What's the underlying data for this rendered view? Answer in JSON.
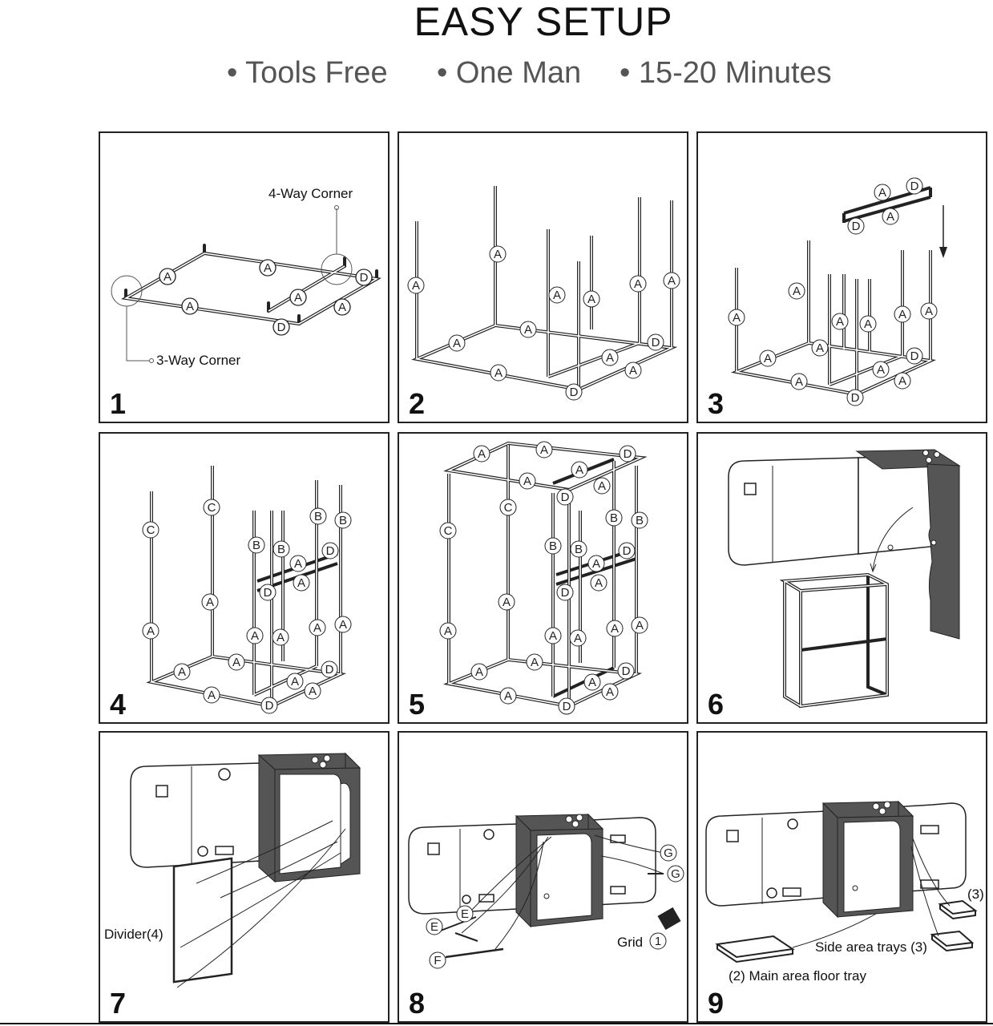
{
  "header": {
    "title": "EASY SETUP",
    "features": [
      "• Tools Free",
      "• One Man",
      "• 15-20 Minutes"
    ]
  },
  "steps": [
    {
      "number": "1",
      "labels": {
        "four_way": "4-Way Corner",
        "three_way": "3-Way Corner"
      }
    },
    {
      "number": "2"
    },
    {
      "number": "3"
    },
    {
      "number": "4"
    },
    {
      "number": "5"
    },
    {
      "number": "6"
    },
    {
      "number": "7",
      "labels": {
        "divider": "Divider(4)"
      }
    },
    {
      "number": "8",
      "labels": {
        "grid": "Grid"
      }
    },
    {
      "number": "9",
      "labels": {
        "side_trays": "Side area trays",
        "main_tray": "Main area floor tray"
      }
    }
  ],
  "counts": {
    "divider": "(4)",
    "grid": "1",
    "side_trays": "(3)",
    "side_trays_single": "(3)",
    "main_tray": "(2)"
  },
  "part_letters": [
    "A",
    "B",
    "C",
    "D",
    "E",
    "F",
    "G"
  ],
  "colors": {
    "line": "#222222",
    "panel_dark": "#555555",
    "text_gray": "#555555"
  }
}
